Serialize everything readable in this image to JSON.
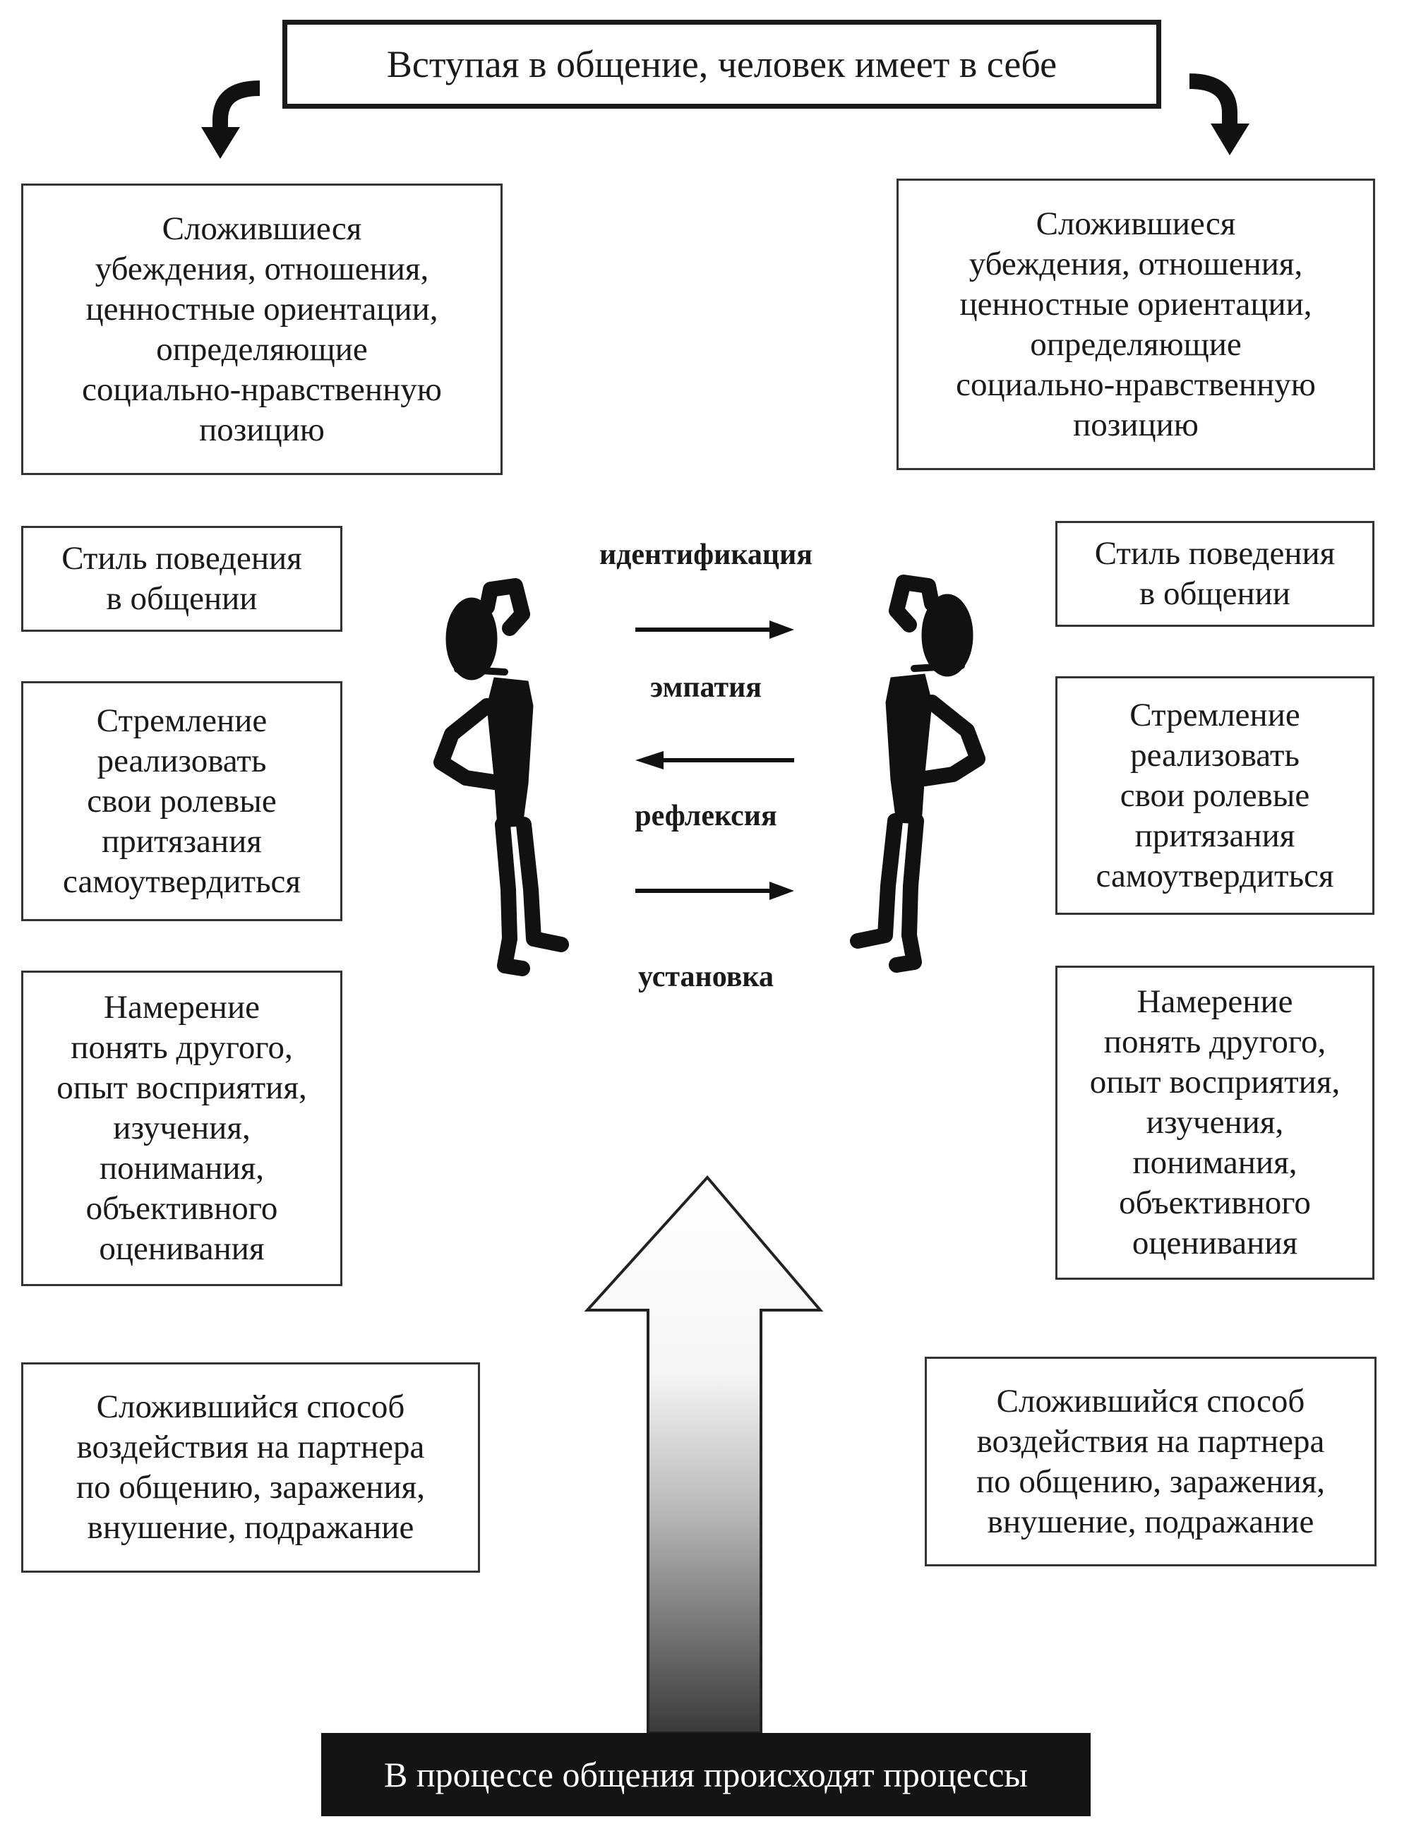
{
  "title": "Вступая в общение, человек имеет в себе",
  "left_boxes": [
    "Сложившиеся\nубеждения, отношения,\nценностные ориентации,\nопределяющие\nсоциально-нравственную\nпозицию",
    "Стиль поведения\nв общении",
    "Стремление\nреализовать\nсвои ролевые\nпритязания\nсамоутвердиться",
    "Намерение\nпонять другого,\nопыт восприятия,\nизучения,\nпонимания,\nобъективного\nоценивания",
    "Сложившийся способ\nвоздействия на партнера\nпо общению, заражения,\nвнушение, подражание"
  ],
  "right_boxes": [
    "Сложившиеся\nубеждения, отношения,\nценностные ориентации,\nопределяющие\nсоциально-нравственную\nпозицию",
    "Стиль поведения\nв общении",
    "Стремление\nреализовать\nсвои ролевые\nпритязания\nсамоутвердиться",
    "Намерение\nпонять другого,\nопыт восприятия,\nизучения,\nпонимания,\nобъективного\nоценивания",
    "Сложившийся способ\nвоздействия на партнера\nпо общению, заражения,\nвнушение, подражание"
  ],
  "processes": [
    {
      "label": "идентификация",
      "direction": "right"
    },
    {
      "label": "эмпатия",
      "direction": "left"
    },
    {
      "label": "рефлексия",
      "direction": "right"
    },
    {
      "label": "установка",
      "direction": "none"
    }
  ],
  "bottom": "В процессе общения происходят процессы",
  "colors": {
    "border": "#333333",
    "figure": "#111111",
    "banner": "#141414"
  }
}
